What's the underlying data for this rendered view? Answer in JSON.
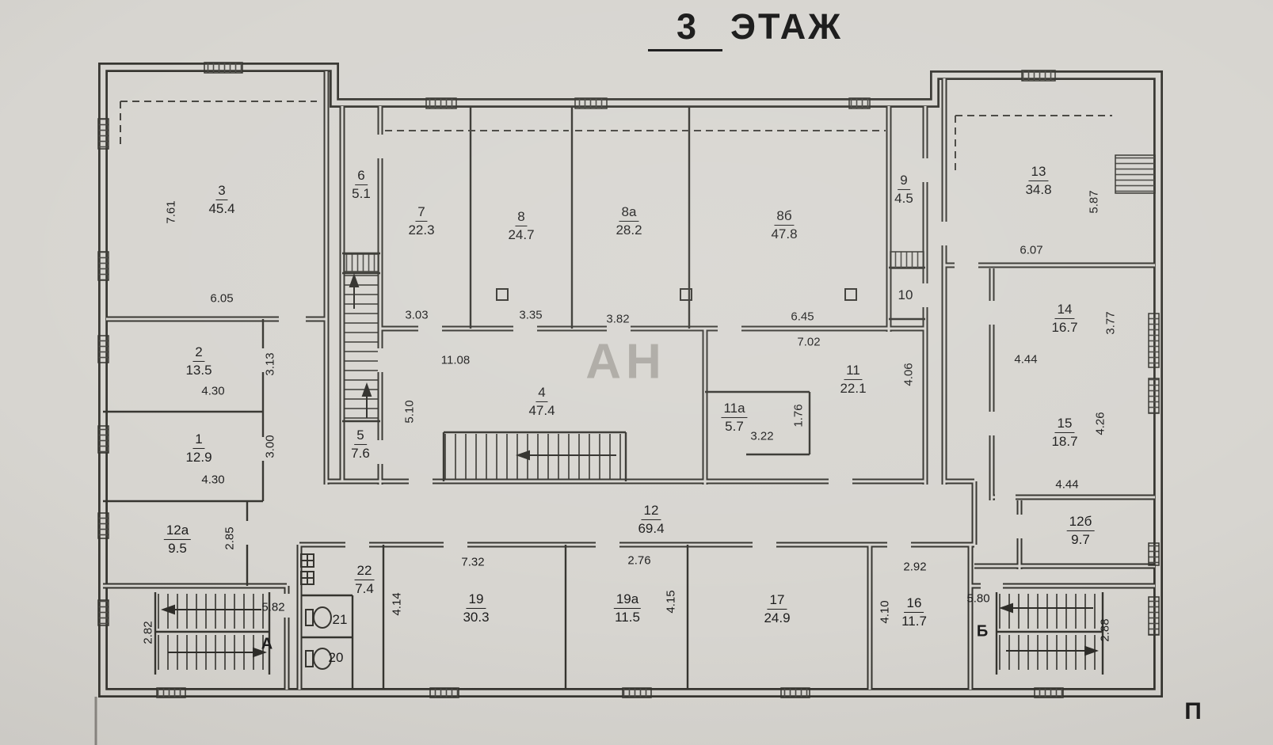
{
  "title": {
    "number": "3",
    "word": "ЭТАЖ"
  },
  "watermark": "АН",
  "corner_text": "П",
  "colors": {
    "background": "#d7d5d0",
    "line": "#35342f",
    "text": "#1c1c1c",
    "watermark": "#8f8b84"
  },
  "stairwells": [
    {
      "label": "А"
    },
    {
      "label": "Б"
    }
  ],
  "rooms": [
    {
      "number": "3",
      "area": "45.4"
    },
    {
      "number": "2",
      "area": "13.5"
    },
    {
      "number": "1",
      "area": "12.9"
    },
    {
      "number": "12а",
      "area": "9.5"
    },
    {
      "number": "6",
      "area": "5.1"
    },
    {
      "number": "7",
      "area": "22.3"
    },
    {
      "number": "8",
      "area": "24.7"
    },
    {
      "number": "8а",
      "area": "28.2"
    },
    {
      "number": "8б",
      "area": "47.8"
    },
    {
      "number": "9",
      "area": "4.5"
    },
    {
      "number": "10"
    },
    {
      "number": "5",
      "area": "7.6"
    },
    {
      "number": "4",
      "area": "47.4"
    },
    {
      "number": "11",
      "area": "22.1"
    },
    {
      "number": "11а",
      "area": "5.7"
    },
    {
      "number": "13",
      "area": "34.8"
    },
    {
      "number": "14",
      "area": "16.7"
    },
    {
      "number": "15",
      "area": "18.7"
    },
    {
      "number": "12б",
      "area": "9.7"
    },
    {
      "number": "12",
      "area": "69.4"
    },
    {
      "number": "22",
      "area": "7.4"
    },
    {
      "number": "19",
      "area": "30.3"
    },
    {
      "number": "19а",
      "area": "11.5"
    },
    {
      "number": "17",
      "area": "24.9"
    },
    {
      "number": "16",
      "area": "11.7"
    },
    {
      "number": "21"
    },
    {
      "number": "20"
    }
  ],
  "dims": [
    "7.61",
    "6.05",
    "4.30",
    "3.13",
    "4.30",
    "3.00",
    "2.85",
    "5.82",
    "2.82",
    "3.03",
    "3.35",
    "3.82",
    "6.45",
    "11.08",
    "5.10",
    "7.02",
    "4.06",
    "3.22",
    "1.76",
    "5.87",
    "6.07",
    "4.44",
    "3.77",
    "4.44",
    "4.26",
    "7.32",
    "4.14",
    "2.76",
    "4.15",
    "2.92",
    "4.10",
    "5.80",
    "2.88"
  ]
}
